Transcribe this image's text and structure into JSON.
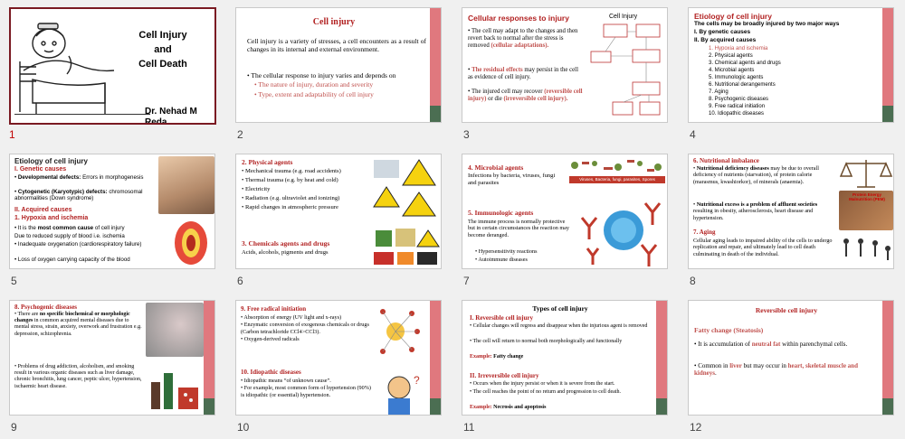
{
  "s1": {
    "num": "1",
    "title": "Cell Injury\nand\nCell Death",
    "author": "Dr. Nehad M Reda"
  },
  "s2": {
    "num": "2",
    "title": "Cell injury",
    "p1": "Cell injury is a variety of stresses, a cell encounters as a result of changes in its internal and external environment.",
    "p2": "The cellular response to injury varies and depends on",
    "b1": "The nature of injury, duration and severity",
    "b2": "Type, extent and adaptability of cell injury"
  },
  "s3": {
    "num": "3",
    "title": "Cellular responses to injury",
    "p1": "The cell may adapt to the changes and then revert back to normal after the stress is removed",
    "p1r": "(cellular adaptations).",
    "p2r": "The residual effects",
    "p2": "may persist in the cell as evidence of cell injury.",
    "p3": "The injured cell may recover",
    "p3r1": "(reversible cell injury)",
    "p3m": "or die",
    "p3r2": "(irreversible cell injury).",
    "diag": "Cell Injury"
  },
  "s4": {
    "num": "4",
    "title": "Etiology of cell injury",
    "sub": "The cells may be broadly injured by two major ways",
    "i": "I. By genetic causes",
    "ii": "II. By acquired causes",
    "items": [
      "1. Hypoxia and ischemia",
      "2. Physical agents",
      "3. Chemical agents and drugs",
      "4. Microbial agents",
      "5. Immunologic agents",
      "6. Nutritional derangements",
      "7. Aging",
      "8. Psychogenic diseases",
      "9. Free radical initiation",
      "10. Idiopathic diseases"
    ]
  },
  "s5": {
    "num": "5",
    "title": "Etiology of cell injury",
    "g": "I.   Genetic causes",
    "b1a": "Developmental defects:",
    "b1b": "Errors in morphogenesis",
    "b2a": "Cytogenetic (Karyotypic) defects:",
    "b2b": "chromosomal abnormalities (Down syndrome)",
    "acq": "II.  Acquired causes",
    "hyp": "1. Hypoxia and ischemia",
    "l1a": "It is the",
    "l1b": "most common cause",
    "l1c": "of cell injury",
    "l2": "Due to reduced supply of blood i.e. ischemia",
    "l3": "Inadequate oxygenation (cardiorespiratory failure)",
    "l4": "Loss of oxygen carrying capacity of the blood"
  },
  "s6": {
    "num": "6",
    "h1": "2. Physical agents",
    "items": [
      "Mechanical trauma (e.g. road accidents)",
      "Thermal trauma (e.g. by heat and cold)",
      "Electricity",
      "Radiation (e.g. ultraviolet and ionizing)",
      "Rapid changes in atmospheric pressure"
    ],
    "h2": "3. Chemicals agents and drugs",
    "p2": "Acids, alcohols, pigments and drugs"
  },
  "s7": {
    "num": "7",
    "h1": "4. Microbial agents",
    "p1": "Infections by bacteria, viruses, fungi and parasites",
    "h2": "5. Immunologic agents",
    "p2": "The immune process is normally protective but in certain circumstances the reaction may become deranged.",
    "b1": "Hypersensitivity reactions",
    "b2": "Autoimmune diseases",
    "strip": "Viruses, Bacteria, fungi, parasites, Spores"
  },
  "s8": {
    "num": "8",
    "h1": "6. Nutritional imbalance",
    "p1a": "Nutritional deficiency diseases",
    "p1b": "may be due to overall deficiency of nutrients (starvation), of protein calorie (marasmus, kwashiorkor), of minerals (anaemia).",
    "p2a": "Nutritional excess is a problem of affluent societies",
    "p2b": "resulting in obesity, atherosclerosis, heart disease and hypertension.",
    "h2": "7. Aging",
    "p3": "Cellular aging leads to impaired ability of the cells to undergo replication and repair, and ultimately lead to cell death culminating in death of the individual.",
    "img": "Protein Energy Malnutrition (PEM)"
  },
  "s9": {
    "num": "9",
    "h1": "8. Psychogenic diseases",
    "p1a": "There are",
    "p1b": "no specific biochemical or morphologic changes",
    "p1c": "in common acquired mental diseases due to mental stress, strain, anxiety, overwork and frustration e.g. depression, schizophrenia.",
    "p2": "Problems of drug addiction, alcoholism, and smoking result in various organic diseases such as liver damage, chronic bronchitis, lung cancer, peptic ulcer, hypertension, ischaemic heart disease."
  },
  "s10": {
    "num": "10",
    "h1": "9. Free radical initiation",
    "items": [
      "Absorption of energy (UV light and x-rays)",
      "Enzymatic conversion of exogenous chemicals or drugs (Carbon tetrachloride CCl4>CCl3).",
      "Oxygen-derived radicals"
    ],
    "h2": "10. Idiopathic diseases",
    "items2": [
      "Idiopathic means “of unknown cause”.",
      "For example, most common form of hypertension (90%) is idiopathic (or essential) hypertension."
    ]
  },
  "s11": {
    "num": "11",
    "title": "Types of cell injury",
    "h1": "I.  Reversible cell injury",
    "a1": "Cellular changes will regress and disappear when the injurious agent is removed",
    "a2": "The cell will return to normal both morphologically and functionally",
    "ex1a": "Example:",
    "ex1b": "Fatty change",
    "h2": "II. Irreversible cell injury",
    "c1": "Occurs when the injury persist or when it is severe from the start.",
    "c2": "The cell reaches the point of no return and progression to cell death.",
    "ex2a": "Example:",
    "ex2b": "Necrosis and apoptosis"
  },
  "s12": {
    "num": "12",
    "title": "Reversible cell injury",
    "h1": "Fatty change (Steatosis)",
    "p1a": "It is accumulation of",
    "p1b": "neutral fat",
    "p1c": "within parenchymal cells.",
    "p2a": "Common in",
    "p2b": "liver",
    "p2c": "but may occur in",
    "p2d": "heart, skeletal muscle and kidneys",
    "p2e": "."
  }
}
